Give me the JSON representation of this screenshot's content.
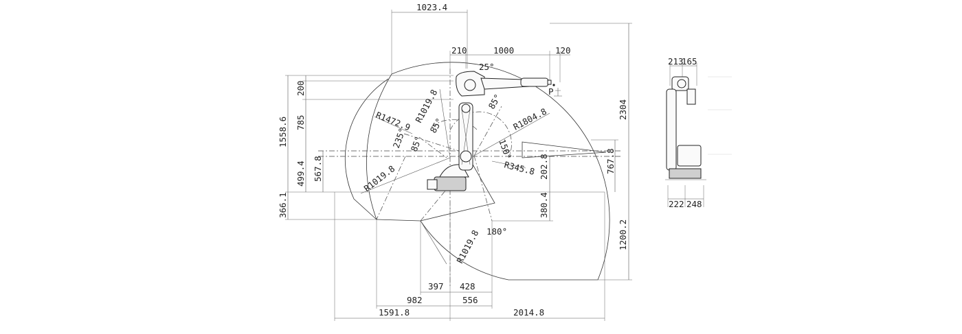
{
  "dimensions": {
    "top_reach": "1023.4",
    "d210": "210",
    "d1000": "1000",
    "d120": "120",
    "angle_25": "25°",
    "d200": "200",
    "d785": "785",
    "d1558_6": "1558.6",
    "d499_4": "499.4",
    "d567_8": "567.8",
    "d366_1": "366.1",
    "r1019_8_upper": "R1019.8",
    "r1472_9": "R1472.9",
    "angle_85_upper": "85°",
    "angle_85_mid": "85°",
    "angle_85_low": "85°",
    "angle_235": "235°",
    "r1019_8_left": "R1019.8",
    "r1804_8": "R1804.8",
    "angle_150": "150°",
    "r345_8": "R345.8",
    "d202_8": "202.8",
    "d380_4": "380.4",
    "d767_8": "767.8",
    "d2304": "2304",
    "d1200_2": "1200.2",
    "angle_180": "180°",
    "r1019_8_low": "R1019.8",
    "d397": "397",
    "d428": "428",
    "d982": "982",
    "d556": "556",
    "d1591_8": "1591.8",
    "d2014_8": "2014.8",
    "point_p": "P"
  },
  "side_view": {
    "d213": "213",
    "d165": "165",
    "d222": "222",
    "d248": "248"
  }
}
